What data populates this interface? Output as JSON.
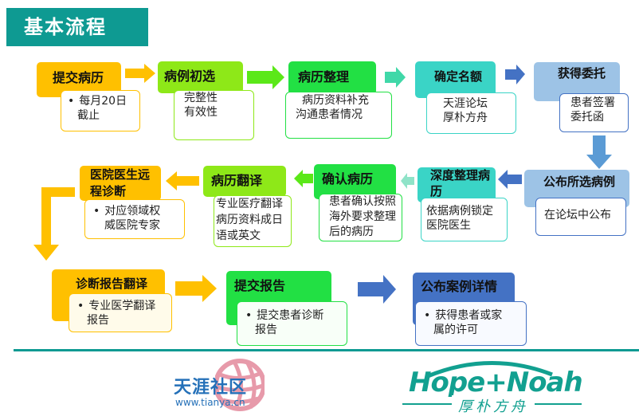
{
  "title": "基本流程",
  "steps": [
    {
      "title": "提交病历",
      "detail": [
        "每月20日",
        "截止"
      ]
    },
    {
      "title": "病例初选",
      "detail": [
        "完整性",
        "有效性"
      ]
    },
    {
      "title": "病历整理",
      "detail": [
        "病历资料补充",
        "沟通患者情况"
      ]
    },
    {
      "title": "确定名额",
      "detail": [
        "天涯论坛",
        "厚朴方舟"
      ]
    },
    {
      "title": "获得委托",
      "detail": [
        "患者签署",
        "委托函"
      ]
    },
    {
      "title": "公布所选病例",
      "detail": [
        "在论坛中公布"
      ]
    },
    {
      "title": "深度整理病历",
      "detail": [
        "依据病例锁定",
        "医院医生"
      ]
    },
    {
      "title": "确认病历",
      "detail": [
        "患者确认按照",
        "海外要求整理",
        "后的病历"
      ]
    },
    {
      "title": "病历翻译",
      "detail": [
        "专业医疗翻译",
        "病历资料成日",
        "语或英文"
      ]
    },
    {
      "title": "医院医生远程诊断",
      "detail": [
        "对应领域权",
        "威医院专家"
      ]
    },
    {
      "title": "诊断报告翻译",
      "detail": [
        "专业医学翻译",
        "报告"
      ]
    },
    {
      "title": "提交报告",
      "detail": [
        "提交患者诊断",
        "报告"
      ]
    },
    {
      "title": "公布案例详情",
      "detail": [
        "获得患者或家",
        "属的许可"
      ]
    }
  ],
  "logos": {
    "tianya": "天涯社区",
    "tianya_url": "www.tianya.cn",
    "hopenoah": "Hope+Noah",
    "hopenoah_cn": "厚朴方舟"
  },
  "colors": {
    "orange": "#FFC000",
    "lime": "#8EE818",
    "green": "#22E044",
    "teal": "#3AD4C6",
    "light_blue": "#9DC3E6",
    "blue": "#4472C4",
    "title_bg": "#0E9A92"
  }
}
